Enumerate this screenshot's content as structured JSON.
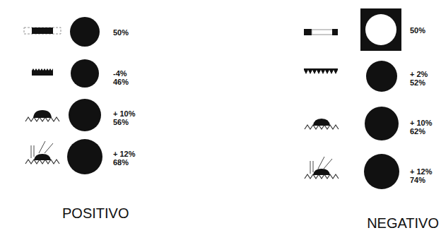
{
  "diagram": {
    "labels": [
      "50%",
      "-4% 46%",
      "+ 10% 56%",
      "+ 12% 68%",
      "50%",
      "+ 2% 52%",
      "+ 10% 62%",
      "+ 12% 74%",
      "POSITIVO",
      "NEGATIVO"
    ]
  }
}
